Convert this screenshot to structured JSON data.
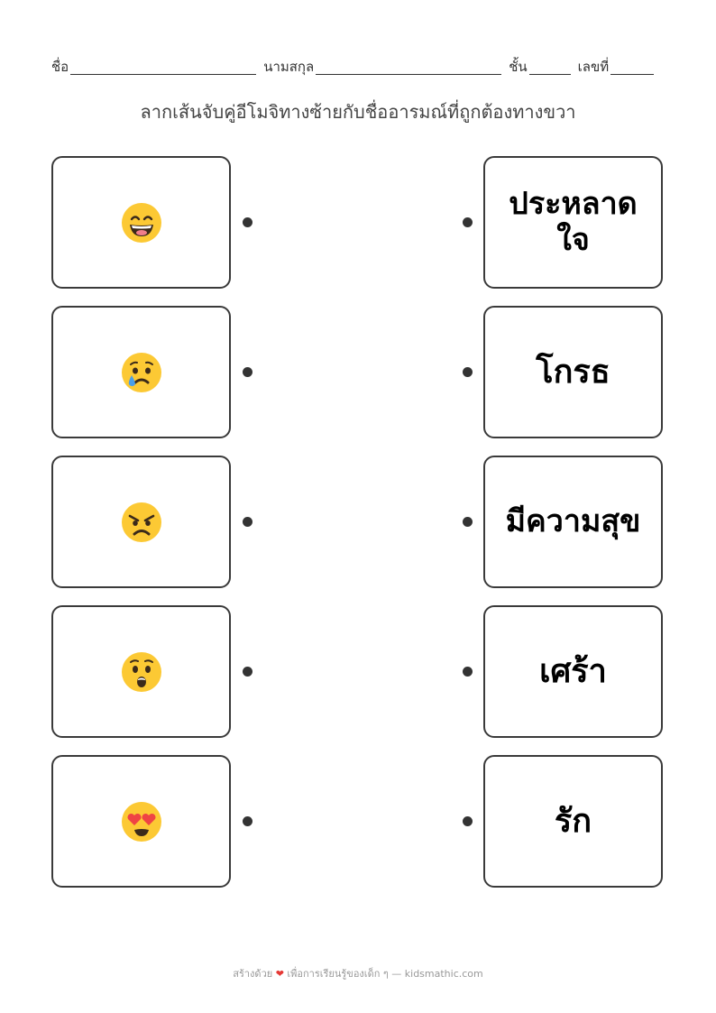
{
  "header": {
    "name_label": "ชื่อ",
    "surname_label": "นามสกุล",
    "grade_label": "ชั้น",
    "number_label": "เลขที่"
  },
  "instruction": "ลากเส้นจับคู่อีโมจิทางซ้ายกับชื่ออารมณ์ที่ถูกต้องทางขวา",
  "left_items": [
    {
      "emoji": "grinning-face-with-smiling-eyes",
      "glyph": "😄"
    },
    {
      "emoji": "crying-face",
      "glyph": "😢"
    },
    {
      "emoji": "angry-face",
      "glyph": "😠"
    },
    {
      "emoji": "hushed-face",
      "glyph": "😲"
    },
    {
      "emoji": "smiling-face-with-heart-eyes",
      "glyph": "😍"
    }
  ],
  "right_items": [
    {
      "label_line1": "ประหลาด",
      "label_line2": "ใจ"
    },
    {
      "label_line1": "โกรธ"
    },
    {
      "label_line1": "มีความสุข"
    },
    {
      "label_line1": "เศร้า"
    },
    {
      "label_line1": "รัก"
    }
  ],
  "footer": {
    "text_before": "สร้างด้วย",
    "heart": "❤",
    "text_after": "เพื่อการเรียนรู้ของเด็ก ๆ — kidsmathic.com"
  },
  "colors": {
    "card_border": "#3a3a3a",
    "dot": "#333333",
    "heart": "#e53935"
  }
}
